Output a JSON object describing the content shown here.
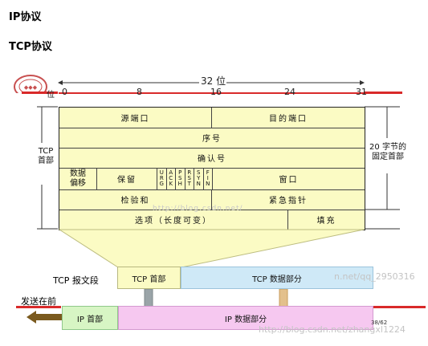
{
  "headings": {
    "ip": "IP协议",
    "tcp": "TCP协议"
  },
  "scale": {
    "title": "32 位",
    "bit_label": "位",
    "ticks": [
      "0",
      "8",
      "16",
      "24",
      "31"
    ]
  },
  "header_rows": {
    "r1": {
      "src_port": "源端口",
      "dst_port": "目的端口"
    },
    "r2": {
      "seq": "序号"
    },
    "r3": {
      "ack": "确认号"
    },
    "r4": {
      "offset_l1": "数据",
      "offset_l2": "偏移",
      "reserved": "保留",
      "flags": [
        "URG",
        "ACK",
        "PSH",
        "RST",
        "SYN",
        "FIN"
      ],
      "window": "窗口"
    },
    "r5": {
      "checksum": "检验和",
      "urgent": "紧急指针"
    },
    "r6": {
      "options": "选项（长度可变）",
      "padding": "填充"
    }
  },
  "left_label": {
    "line1": "TCP",
    "line2": "首部"
  },
  "right_label": {
    "line1": "20 字节的",
    "line2": "固定首部"
  },
  "segment": {
    "label": "TCP 报文段",
    "tcp_header": "TCP 首部",
    "tcp_data": "TCP 数据部分"
  },
  "ip_packet": {
    "send_label": "发送在前",
    "ip_header": "IP 首部",
    "ip_data": "IP 数据部分"
  },
  "watermarks": {
    "center": "http://blog.csdn.net/",
    "bottom": "http://blog.csdn.net/zhangxl1224",
    "bottom_top": "n.net/qq_2950316"
  },
  "page_number": "38/62",
  "colors": {
    "table_fill": "#fbfbc4",
    "tcp_header_fill": "#fbfbc4",
    "tcp_data_fill": "#cfe9f7",
    "ip_header_fill": "#d7f5c4",
    "ip_data_fill": "#f6c8f0",
    "scale_red": "#d92a2a",
    "arrow_brown": "#7a5a1e"
  }
}
